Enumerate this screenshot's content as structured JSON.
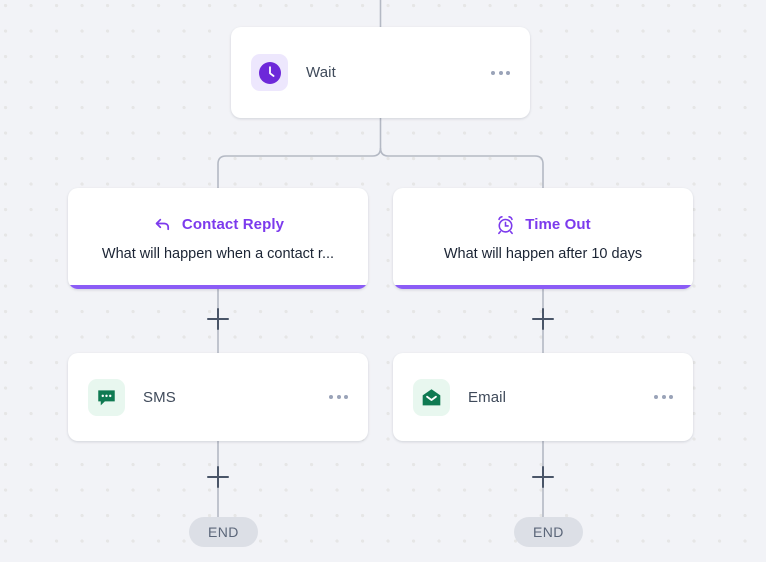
{
  "canvas": {
    "background_color": "#f2f3f7",
    "dot_color": "#e6e6e6"
  },
  "theme": {
    "accent_purple": "#7c3aed",
    "branch_bar": "#8b5cf6",
    "icon_green": "#0f7a52",
    "connector_line": "#b4b9c4",
    "end_pill_bg": "#dcdfe6"
  },
  "nodes": {
    "wait": {
      "label": "Wait",
      "icon": "clock-icon",
      "menu": "more-options"
    },
    "contact_reply": {
      "title": "Contact Reply",
      "icon": "reply-arrow-icon",
      "description": "What will happen when a contact r..."
    },
    "time_out": {
      "title": "Time Out",
      "icon": "alarm-clock-icon",
      "description": "What will happen after 10 days"
    },
    "sms": {
      "label": "SMS",
      "icon": "chat-bubble-icon",
      "menu": "more-options"
    },
    "email": {
      "label": "Email",
      "icon": "envelope-icon",
      "menu": "more-options"
    }
  },
  "add_buttons": {
    "left_upper": "+",
    "right_upper": "+",
    "left_lower": "+",
    "right_lower": "+"
  },
  "end_nodes": {
    "left": "END",
    "right": "END"
  }
}
